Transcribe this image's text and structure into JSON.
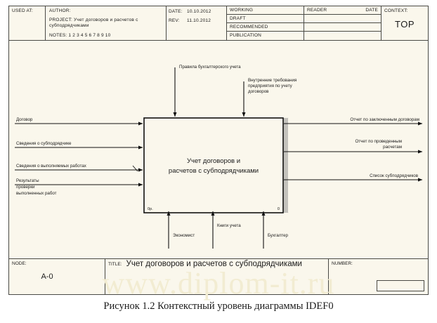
{
  "header": {
    "used_at_label": "USED AT:",
    "author_label": "AUTHOR:",
    "author_value": "",
    "project_label": "PROJECT:",
    "project_value": "Учет договоров и расчетов с субподрядчиками",
    "notes_label": "NOTES:",
    "notes_numbers": "1  2  3  4  5  6  7  8  9  10",
    "date_label": "DATE:",
    "date_value": "10.10.2012",
    "rev_label": "REV:",
    "rev_value": "11.10.2012",
    "status": [
      "WORKING",
      "DRAFT",
      "RECOMMENDED",
      "PUBLICATION"
    ],
    "reader_label": "READER",
    "date_col_label": "DATE",
    "context_label": "CONTEXT:",
    "context_value": "TOP"
  },
  "diagram": {
    "box": {
      "title_line1": "Учет договоров и",
      "title_line2": "расчетов с субподрядчиками",
      "cost": "0р.",
      "number": "0"
    },
    "inputs": [
      {
        "label": "Договор"
      },
      {
        "label": "Сведения о субподрядчике"
      },
      {
        "label": "Сведения о выполняемых работах"
      },
      {
        "label_line1": "Результаты",
        "label_line2": "проверки",
        "label_line3": "выполненных работ"
      }
    ],
    "controls": [
      {
        "label": "Правила бухгалтерского учета"
      },
      {
        "label_line1": "Внутренние требования",
        "label_line2": "предприятия по учету",
        "label_line3": "договоров"
      }
    ],
    "outputs": [
      {
        "label": "Отчет по заключенным договорам"
      },
      {
        "label_line1": "Отчет по проведенным",
        "label_line2": "расчетам"
      },
      {
        "label": "Список субподрядчиков"
      }
    ],
    "mechanisms": [
      {
        "label": "Экономист"
      },
      {
        "label": "Книги учета"
      },
      {
        "label": "Бухгалтер"
      }
    ]
  },
  "footer": {
    "node_label": "NODE:",
    "node_value": "A-0",
    "title_label": "TITLE:",
    "title_value": "Учет договоров и  расчетов с субподрядчиками",
    "number_label": "NUMBER:",
    "number_value": ""
  },
  "watermark": {
    "text": "www.diplom-it.ru"
  },
  "caption": {
    "text": "Рисунок 1.2 Контекстный уровень диаграммы IDEF0"
  },
  "colors": {
    "paper": "#faf7ec",
    "line": "#1a1a1a",
    "border": "#4a4a46",
    "watermark": "#f2ecd2"
  }
}
